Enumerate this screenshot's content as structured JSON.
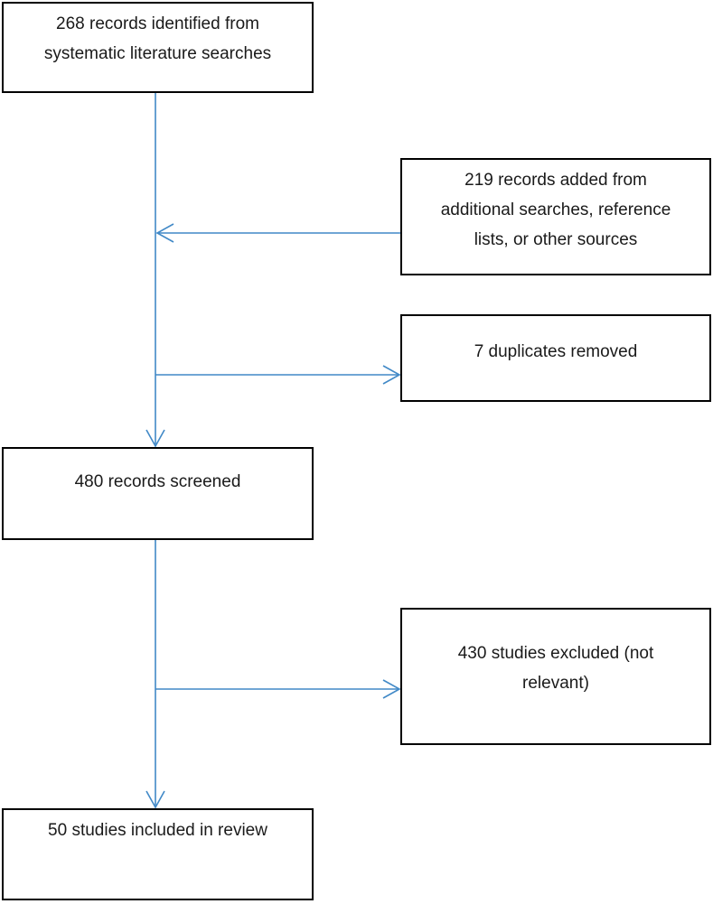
{
  "diagram": {
    "type": "flowchart",
    "arrow_color": "#4189c7",
    "box_border_color": "#000000",
    "background_color": "#ffffff",
    "boxes": {
      "identified": {
        "text": "268 records identified from systematic literature searches",
        "lines": [
          "268 records identified from",
          "systematic literature searches"
        ]
      },
      "added": {
        "text": "219 records added from additional searches, reference lists, or other sources",
        "lines": [
          "219 records added from",
          "additional searches, reference",
          "lists, or other sources"
        ]
      },
      "duplicates": {
        "text": "7 duplicates removed",
        "lines": [
          "7 duplicates removed"
        ]
      },
      "screened": {
        "text": "480 records screened",
        "lines": [
          "480 records screened"
        ]
      },
      "excluded": {
        "text": "430 studies excluded (not relevant)",
        "lines": [
          "430 studies excluded (not",
          "relevant)"
        ]
      },
      "included": {
        "text": "50 studies included in review",
        "lines": [
          "50 studies included in review"
        ]
      }
    }
  }
}
